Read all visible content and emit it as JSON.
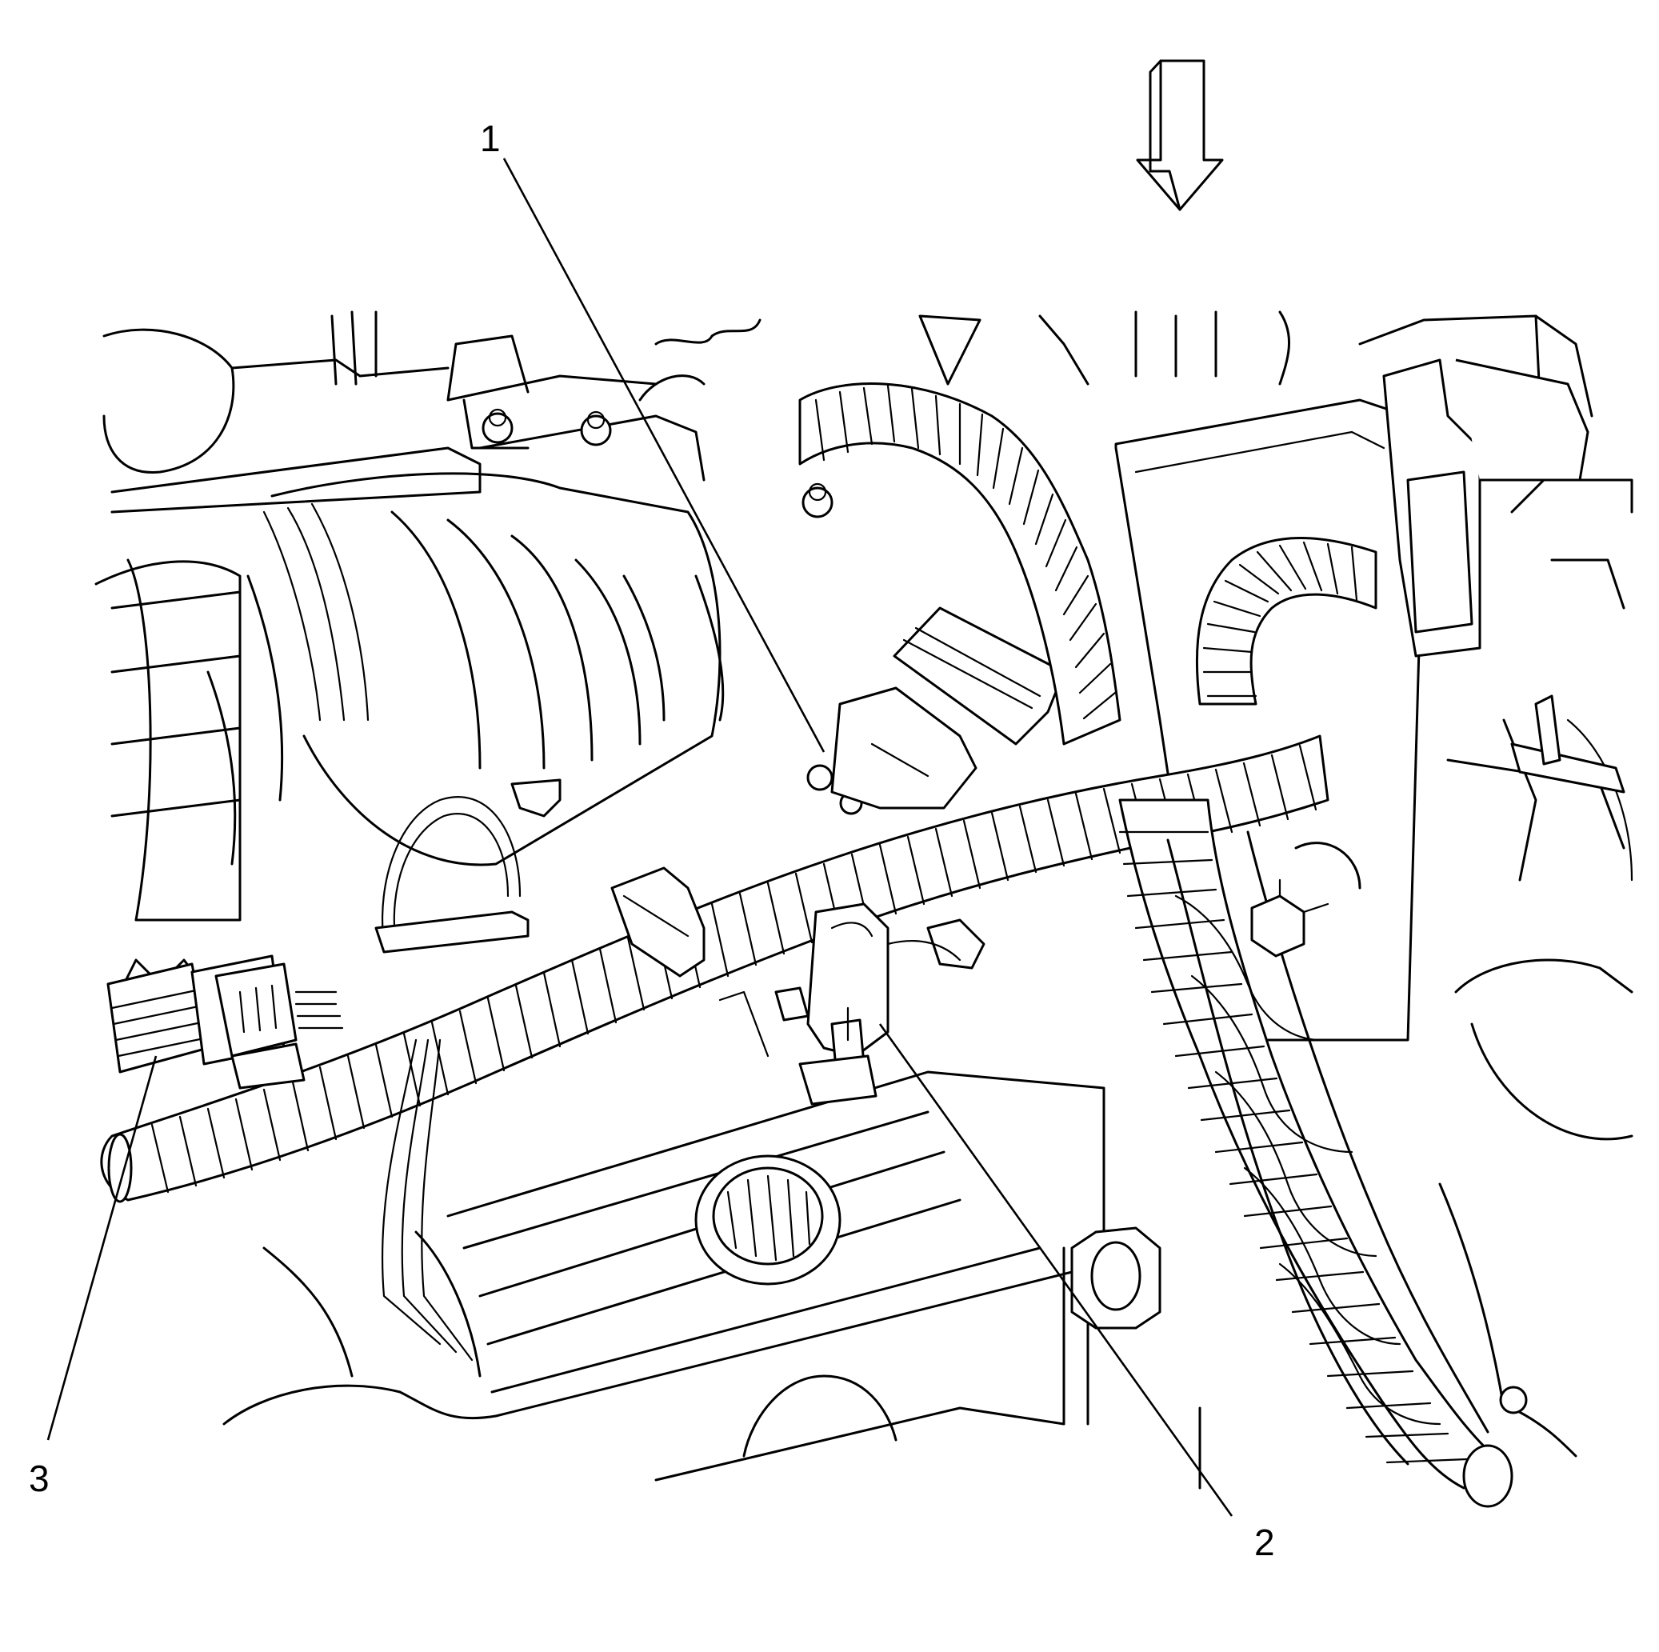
{
  "callouts": [
    {
      "id": "1",
      "label": "1"
    },
    {
      "id": "2",
      "label": "2"
    },
    {
      "id": "3",
      "label": "3"
    }
  ],
  "view_arrow": {
    "icon": "down-arrow-icon"
  },
  "colors": {
    "line": "#000000",
    "background": "#ffffff"
  }
}
